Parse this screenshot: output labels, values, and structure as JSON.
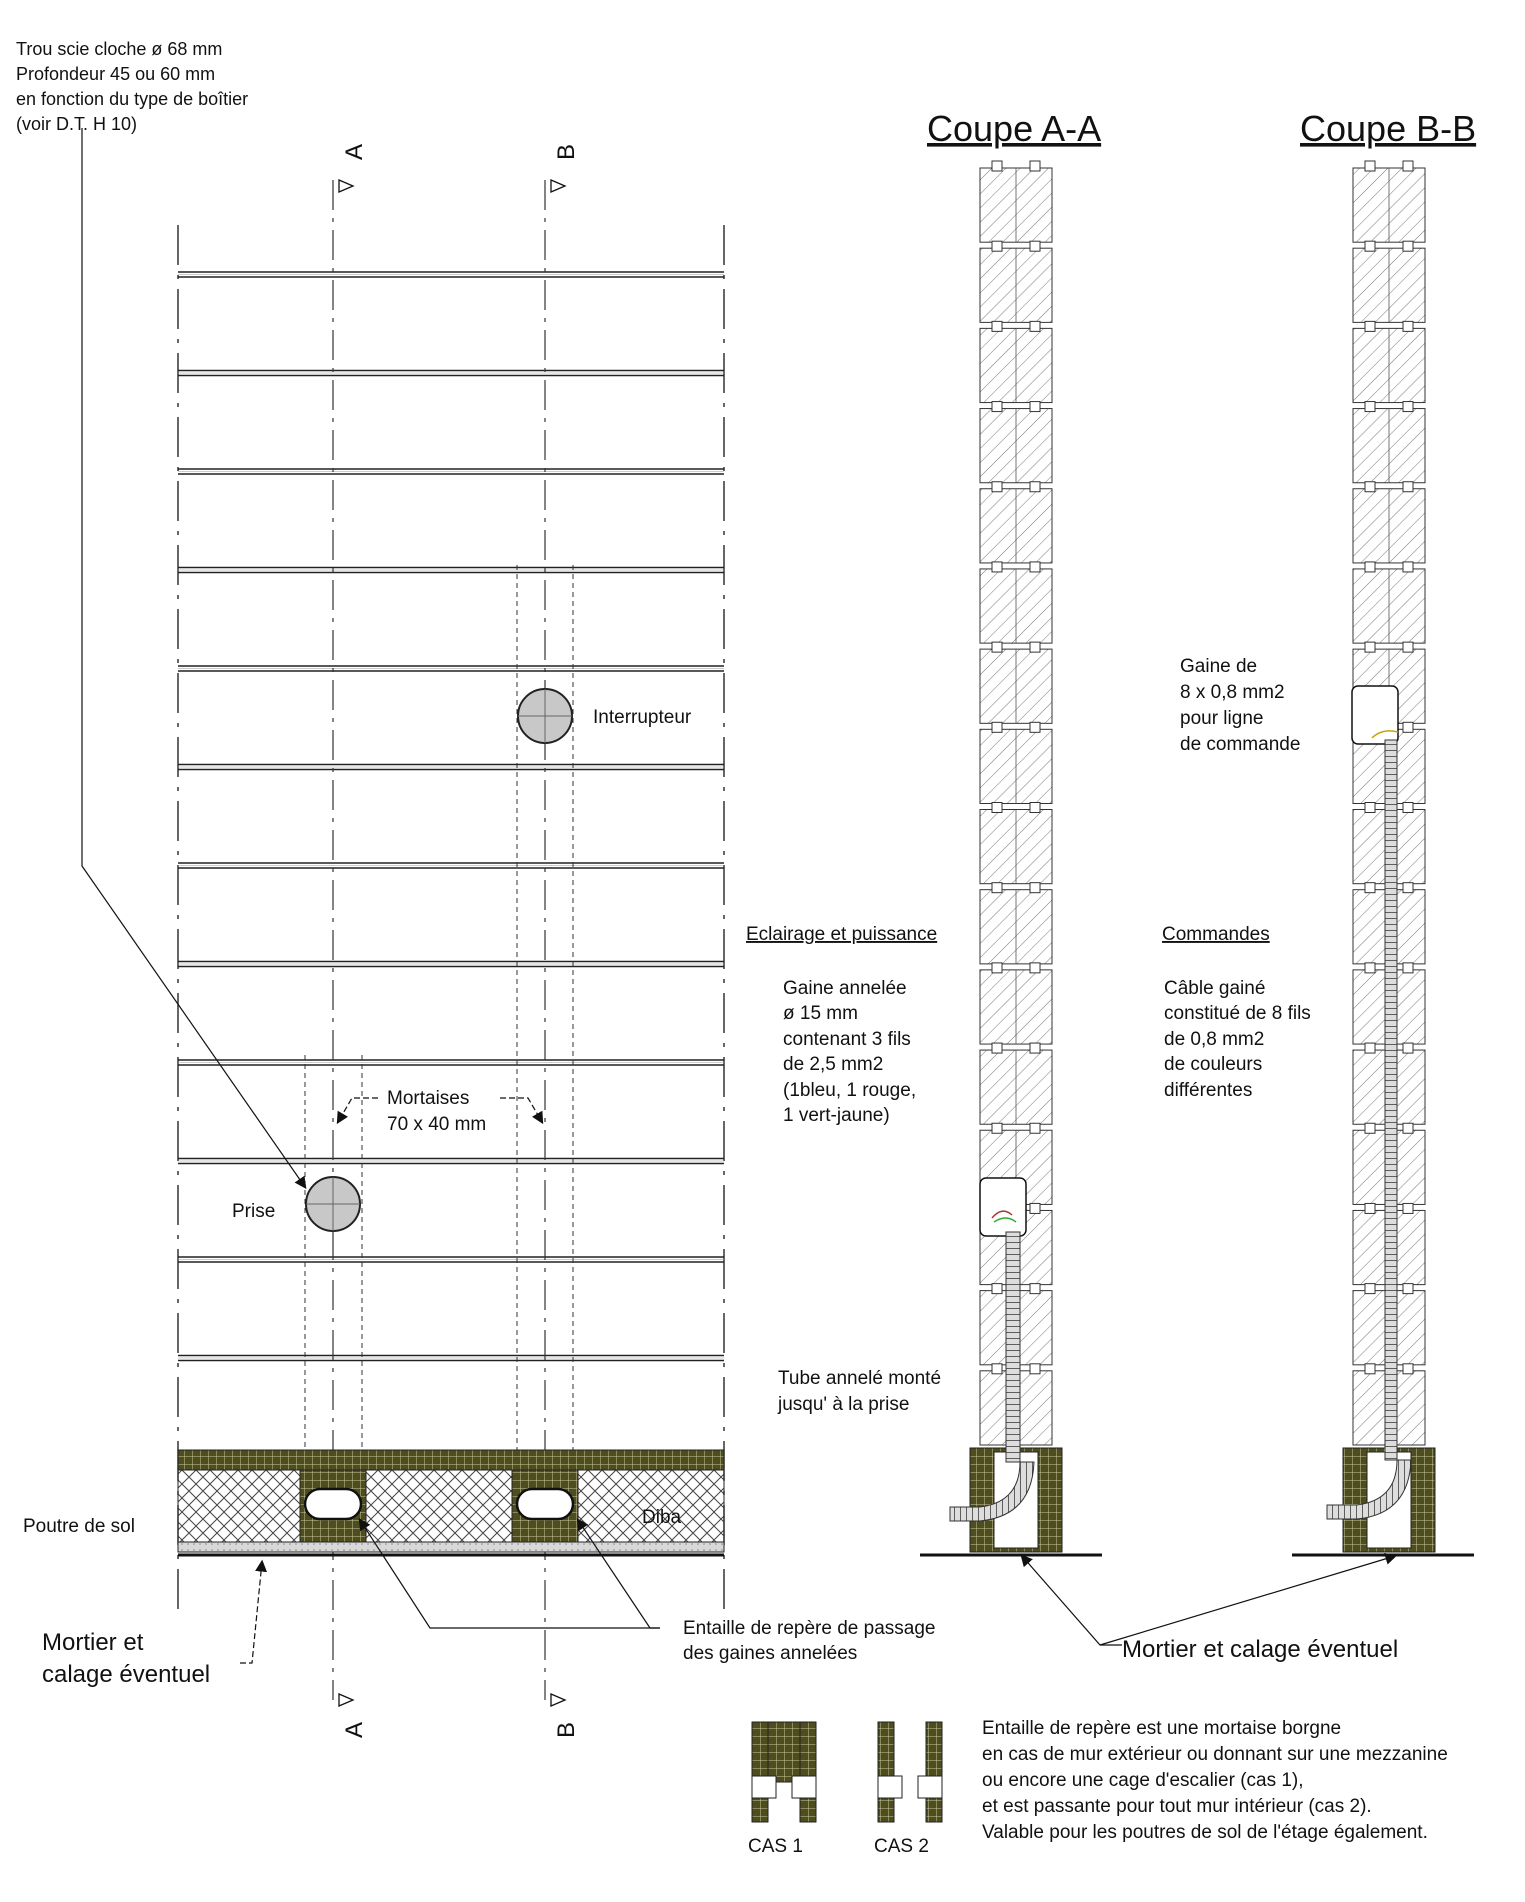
{
  "titles": {
    "section_aa": "Coupe A-A",
    "section_bb": "Coupe B-B"
  },
  "section_markers": {
    "a": "A",
    "b": "B"
  },
  "labels": {
    "hole": [
      "Trou scie cloche ø 68 mm",
      "Profondeur 45 ou 60 mm",
      "en fonction du type de boîtier",
      "(voir D.T. H 10)"
    ],
    "interrupteur": "Interrupteur",
    "prise": "Prise",
    "mortaises": [
      "Mortaises",
      "70 x 40 mm"
    ],
    "poutre": "Poutre de sol",
    "diba": "Diba",
    "mortier_left": [
      "Mortier et",
      "calage éventuel"
    ],
    "entaille": [
      "Entaille de repère de passage",
      "des gaines annelées"
    ],
    "mortier_right": "Mortier et calage éventuel",
    "gaine_right": [
      "Gaine de",
      "8 x 0,8 mm2",
      "pour ligne",
      "de commande"
    ],
    "eclairage_heading": "Eclairage et puissance",
    "eclairage_body": [
      "Gaine  annelée",
      "ø 15 mm",
      "contenant 3 fils",
      "de 2,5 mm2",
      "(1bleu, 1 rouge,",
      "1 vert-jaune)"
    ],
    "tube": [
      "Tube annelé monté",
      "jusqu' à la prise"
    ],
    "commandes_heading": "Commandes",
    "commandes_body": [
      "Câble gainé",
      "constitué de 8 fils",
      "de 0,8 mm2",
      "de couleurs",
      "différentes"
    ],
    "cas1": "CAS 1",
    "cas2": "CAS 2",
    "note": [
      "Entaille de repère est une mortaise borgne",
      "en cas de mur extérieur ou donnant sur une mezzanine",
      "ou encore une cage d'escalier (cas 1),",
      "et est passante pour tout mur intérieur (cas 2).",
      "Valable pour les poutres de sol de l'étage également."
    ]
  },
  "colors": {
    "line": "#222222",
    "beam": "#4a4a1e",
    "box": "#c8c8c8",
    "hatch": "#555555"
  }
}
